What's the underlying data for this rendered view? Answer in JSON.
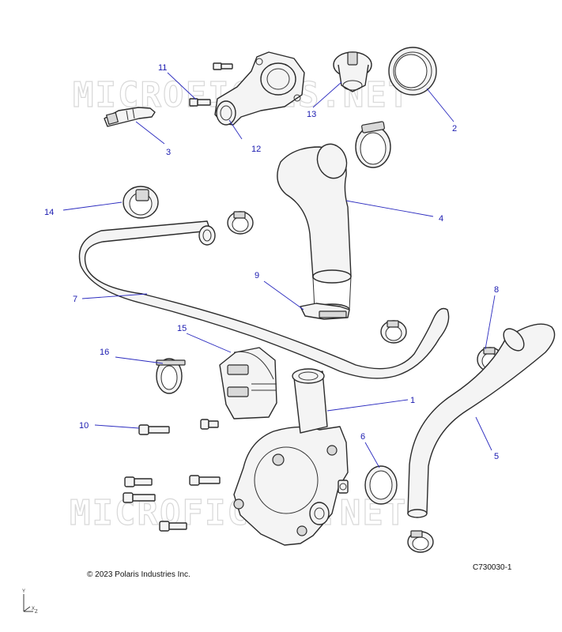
{
  "watermark": "MICROFICHES.NET",
  "copyright": "© 2023 Polaris Industries Inc.",
  "drawing_number": "C730030-1",
  "axes": {
    "y": "Y",
    "x": "X",
    "z": "Z"
  },
  "callouts": [
    {
      "id": "c1",
      "label": "1"
    },
    {
      "id": "c2",
      "label": "2"
    },
    {
      "id": "c3",
      "label": "3"
    },
    {
      "id": "c4",
      "label": "4"
    },
    {
      "id": "c5",
      "label": "5"
    },
    {
      "id": "c6",
      "label": "6"
    },
    {
      "id": "c7",
      "label": "7"
    },
    {
      "id": "c8",
      "label": "8"
    },
    {
      "id": "c9",
      "label": "9"
    },
    {
      "id": "c10",
      "label": "10"
    },
    {
      "id": "c11",
      "label": "11"
    },
    {
      "id": "c12",
      "label": "12"
    },
    {
      "id": "c13",
      "label": "13"
    },
    {
      "id": "c14",
      "label": "14"
    },
    {
      "id": "c15",
      "label": "15"
    },
    {
      "id": "c16",
      "label": "16"
    }
  ]
}
